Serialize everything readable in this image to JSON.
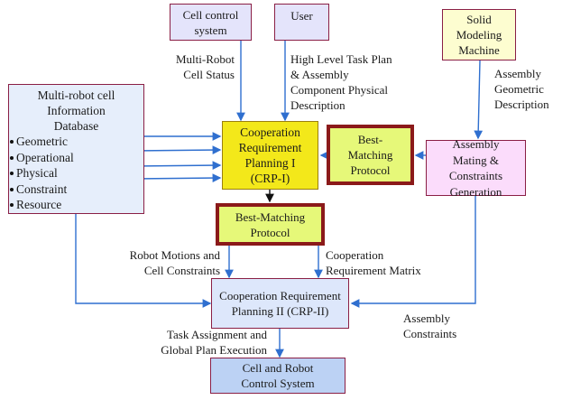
{
  "diagram": {
    "nodes": {
      "cell_control": {
        "label": "Cell control system"
      },
      "user": {
        "label": "User"
      },
      "solid_modeling": {
        "label": "Solid Modeling Machine"
      },
      "database": {
        "title": "Multi-robot cell Information Database",
        "items": [
          "Geometric",
          "Operational",
          "Physical",
          "Constraint",
          "Resource"
        ]
      },
      "crp1": {
        "label": "Cooperation Requirement Planning I (CRP-I)"
      },
      "bmp_right": {
        "label": "Best-Matching Protocol"
      },
      "assembly_mating": {
        "label": "Assembly Mating & Constraints Generation"
      },
      "bmp_center": {
        "label": "Best-Matching Protocol"
      },
      "crp2": {
        "label": "Cooperation Requirement Planning II (CRP-II)"
      },
      "control_system": {
        "label": "Cell and Robot Control System"
      }
    },
    "edge_labels": {
      "cell_status": "Multi-Robot Cell Status",
      "high_level": "High Level Task Plan & Assembly Component Physical Description",
      "assembly_geometric": "Assembly Geometric Description",
      "robot_motions": "Robot Motions and Cell Constraints",
      "coop_matrix": "Cooperation Requirement Matrix",
      "assembly_constraints": "Assembly Constraints",
      "task_assignment": "Task Assignment and Global Plan Execution"
    },
    "colors": {
      "arrow": "#2f6fcf",
      "border": "#8a1f45",
      "crp1_fill": "#f3e81a",
      "bmp_fill": "#e6f879",
      "bmp_border": "#8b1a1a"
    }
  }
}
